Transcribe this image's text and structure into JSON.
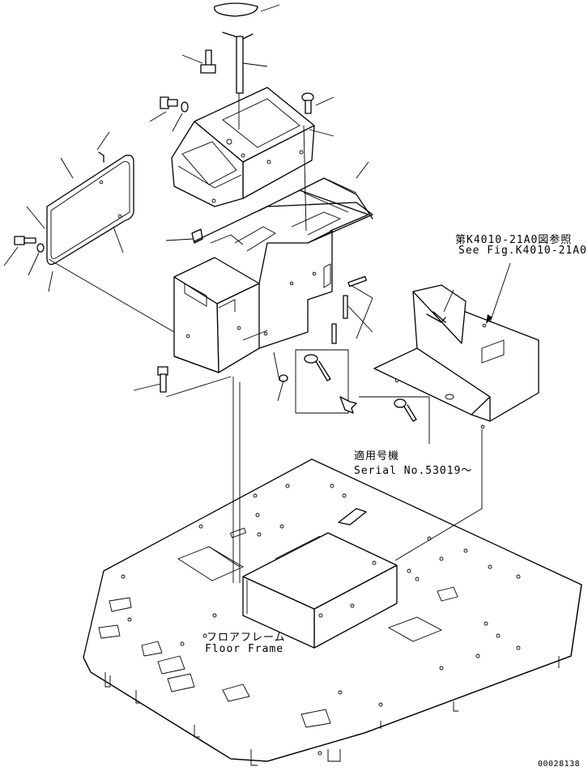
{
  "reference": {
    "jp": "第K4010-21A0図参照",
    "en": "See Fig.K4010-21A0"
  },
  "serial": {
    "jp": "適用号機",
    "en": "Serial No.53019～"
  },
  "floor_frame": {
    "jp": "フロアフレーム",
    "en": "Floor Frame"
  },
  "drawing_number": "00028138"
}
